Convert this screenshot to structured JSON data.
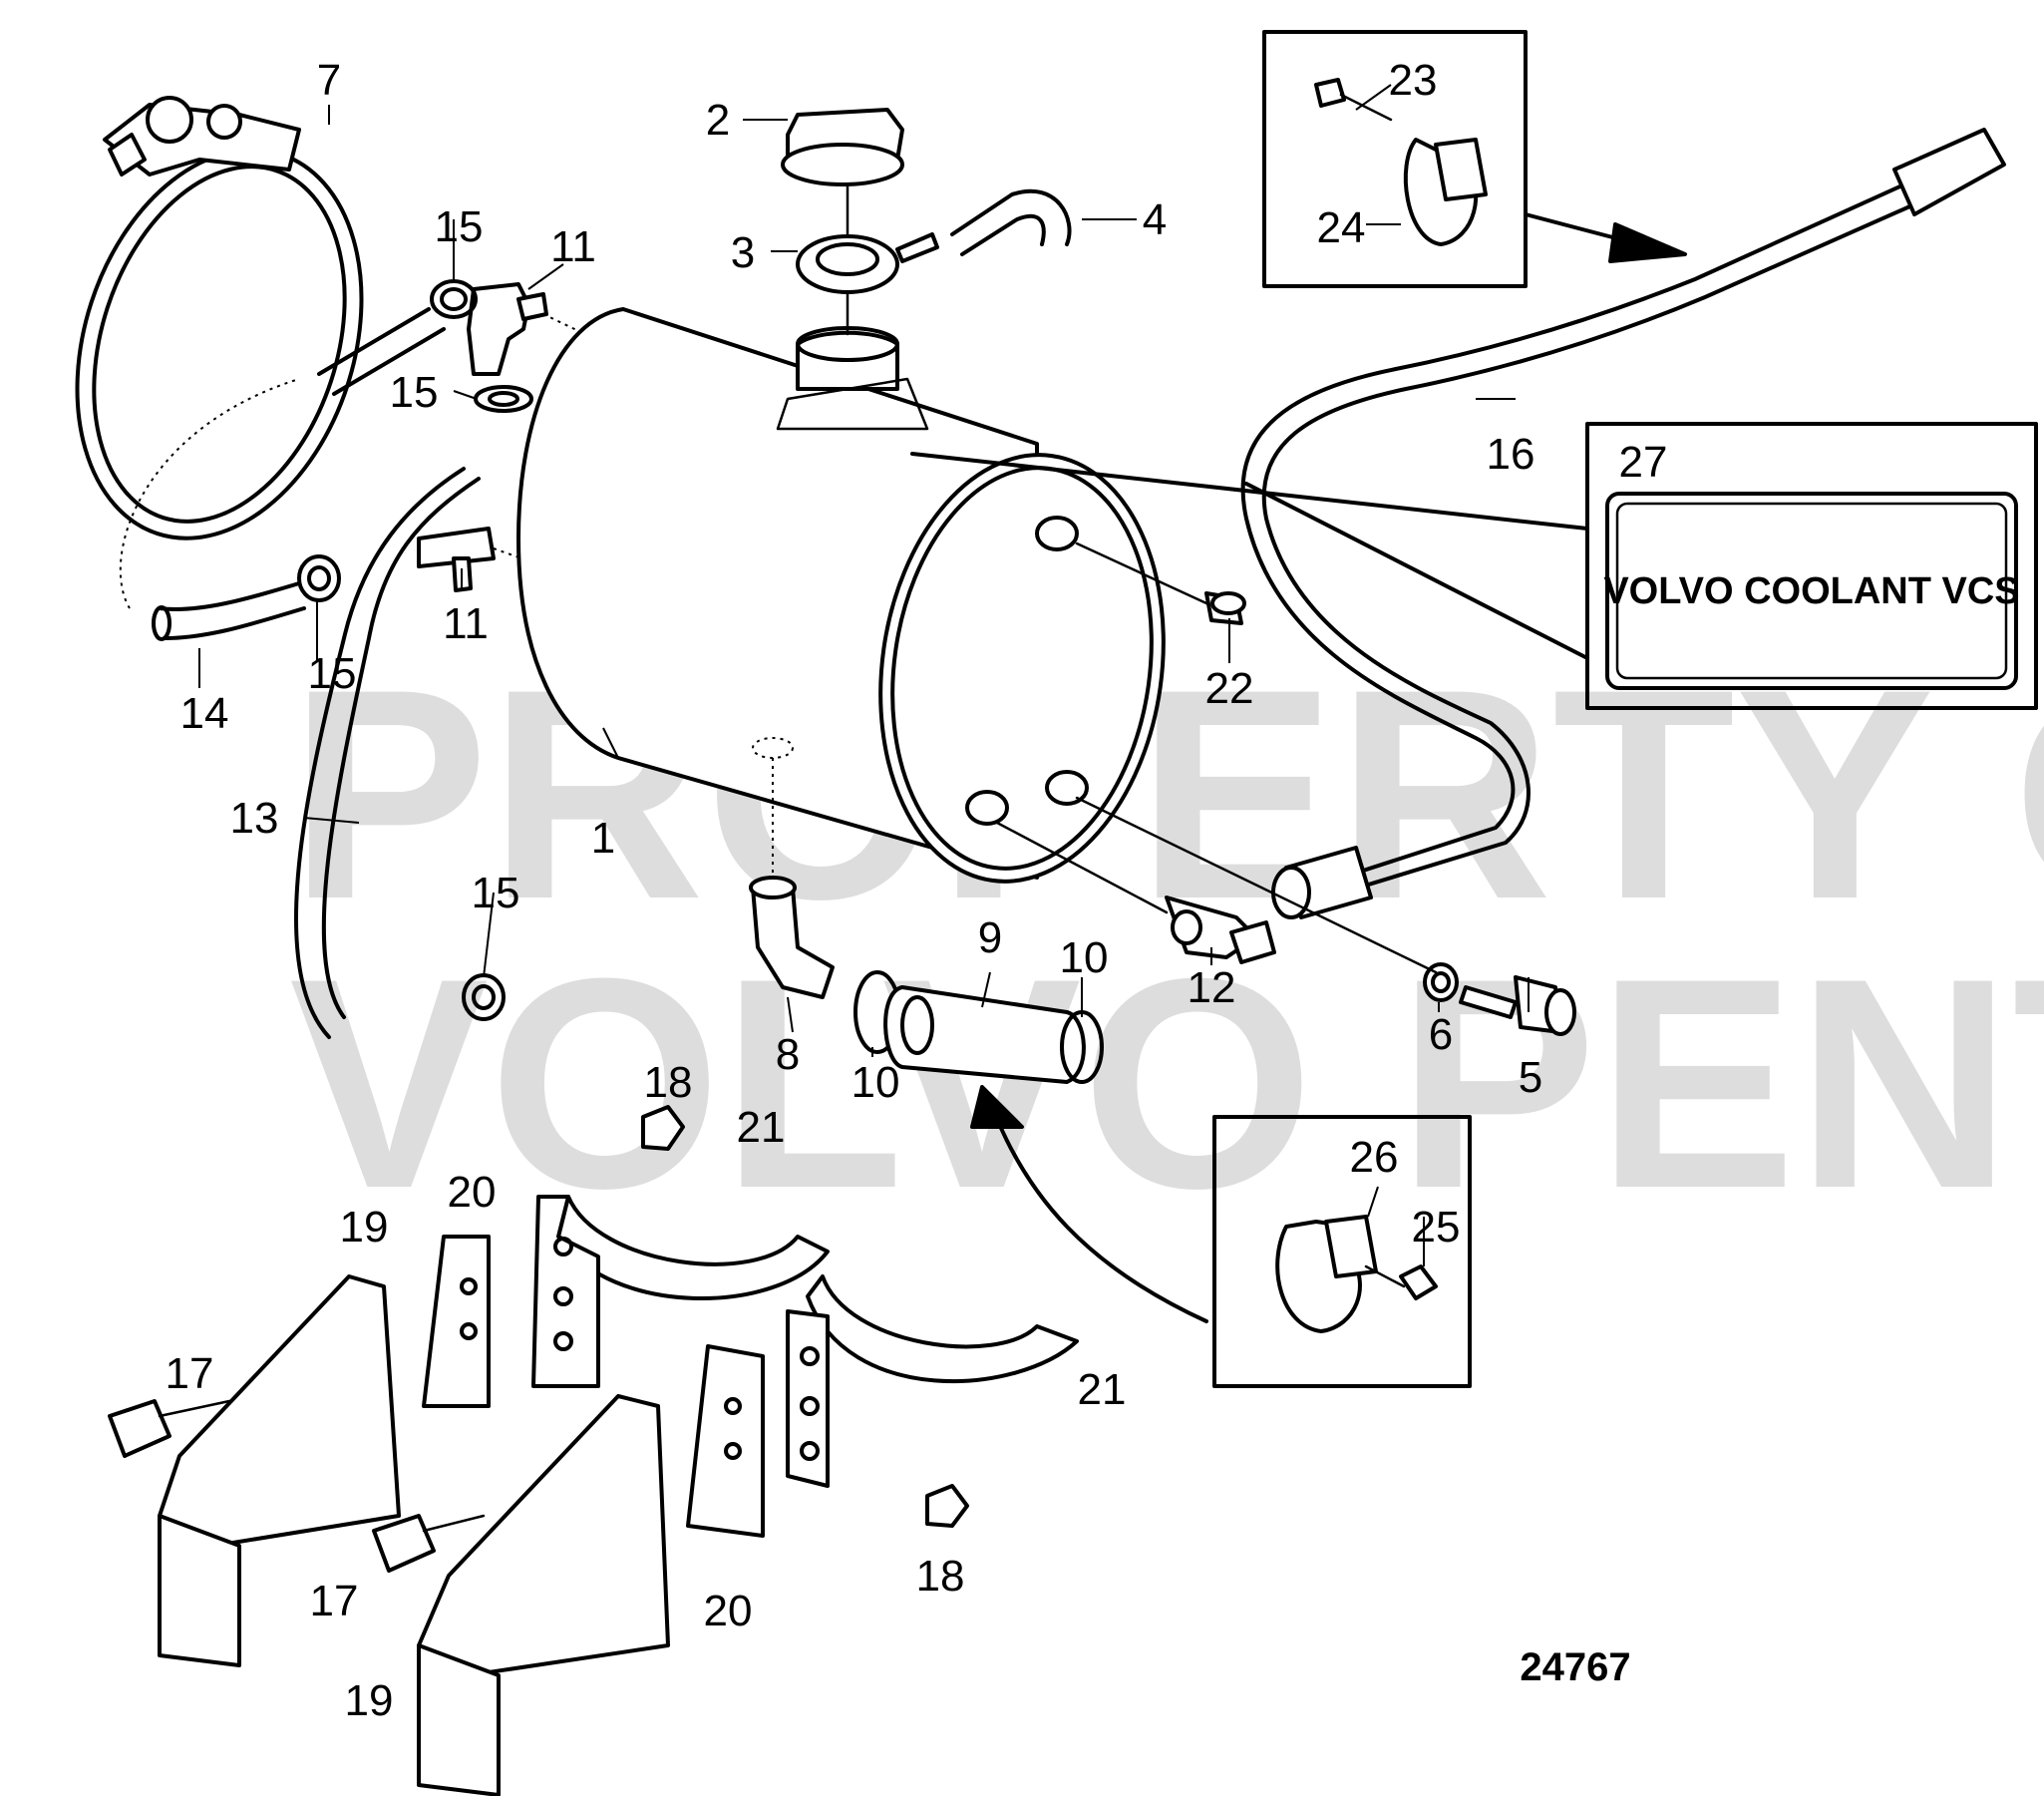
{
  "diagram": {
    "figure_number": "24767",
    "decal_text": "VOLVO COOLANT VCS",
    "watermark": [
      "PROPERTY OF",
      "VOLVO PENTA"
    ],
    "callouts": [
      {
        "id": "c1",
        "label": "1"
      },
      {
        "id": "c2",
        "label": "2"
      },
      {
        "id": "c3",
        "label": "3"
      },
      {
        "id": "c4",
        "label": "4"
      },
      {
        "id": "c5",
        "label": "5"
      },
      {
        "id": "c6",
        "label": "6"
      },
      {
        "id": "c7",
        "label": "7"
      },
      {
        "id": "c8",
        "label": "8"
      },
      {
        "id": "c9",
        "label": "9"
      },
      {
        "id": "c10a",
        "label": "10"
      },
      {
        "id": "c10b",
        "label": "10"
      },
      {
        "id": "c11a",
        "label": "11"
      },
      {
        "id": "c11b",
        "label": "11"
      },
      {
        "id": "c12",
        "label": "12"
      },
      {
        "id": "c13",
        "label": "13"
      },
      {
        "id": "c14",
        "label": "14"
      },
      {
        "id": "c15a",
        "label": "15"
      },
      {
        "id": "c15b",
        "label": "15"
      },
      {
        "id": "c15c",
        "label": "15"
      },
      {
        "id": "c15d",
        "label": "15"
      },
      {
        "id": "c16",
        "label": "16"
      },
      {
        "id": "c17a",
        "label": "17"
      },
      {
        "id": "c17b",
        "label": "17"
      },
      {
        "id": "c18a",
        "label": "18"
      },
      {
        "id": "c18b",
        "label": "18"
      },
      {
        "id": "c19a",
        "label": "19"
      },
      {
        "id": "c19b",
        "label": "19"
      },
      {
        "id": "c20a",
        "label": "20"
      },
      {
        "id": "c20b",
        "label": "20"
      },
      {
        "id": "c21a",
        "label": "21"
      },
      {
        "id": "c21b",
        "label": "21"
      },
      {
        "id": "c22",
        "label": "22"
      },
      {
        "id": "c23",
        "label": "23"
      },
      {
        "id": "c24",
        "label": "24"
      },
      {
        "id": "c25",
        "label": "25"
      },
      {
        "id": "c26",
        "label": "26"
      },
      {
        "id": "c27",
        "label": "27"
      }
    ]
  }
}
